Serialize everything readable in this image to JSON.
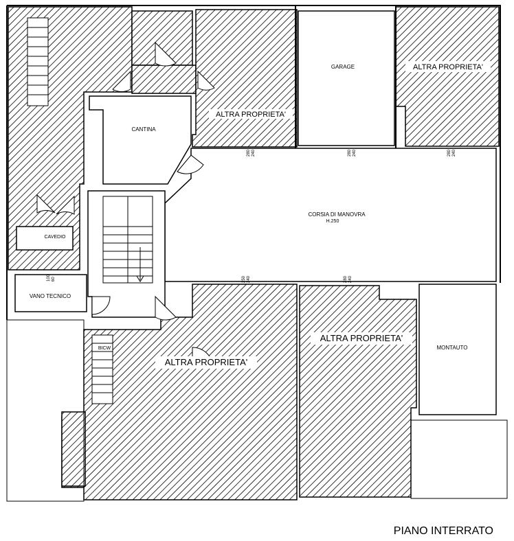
{
  "drawing": {
    "title": "PIANO INTERRATO"
  },
  "rooms": {
    "garage": "GARAGE",
    "cantina": "CANTINA",
    "corsia": "CORSIA DI MANOVRA",
    "corsia_height": "H.250",
    "montauto": "MONTAUTO",
    "vano_tecnico": "VANO TECNICO",
    "cavedio": "CAVEDIO",
    "bicw": "BICW",
    "altra_1": "ALTRA PROPRIETA'",
    "altra_2": "ALTRA PROPRIETA'",
    "altra_3": "ALTRA PROPRIETA'",
    "altra_4": "ALTRA PROPRIETA'"
  },
  "dimensions": {
    "d1_a": "280",
    "d1_b": "240",
    "d2_a": "280",
    "d2_b": "240",
    "d3_a": "280",
    "d3_b": "240",
    "d4_a": "250",
    "d4_b": "240",
    "d5_a": "280",
    "d5_b": "240",
    "d6_a": "100",
    "d6_b": "60"
  }
}
